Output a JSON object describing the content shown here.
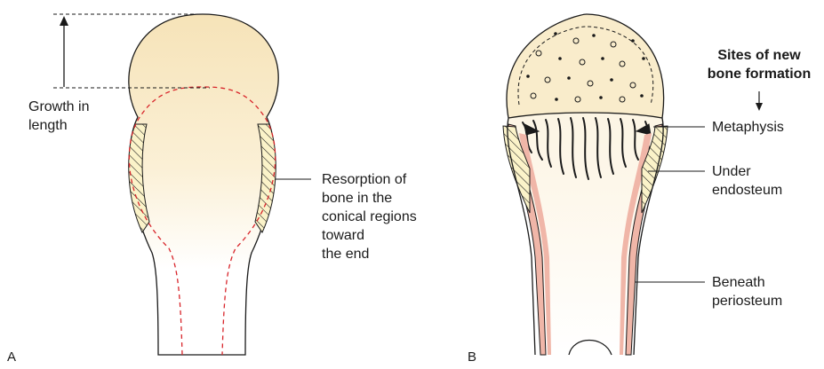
{
  "panels": {
    "a": {
      "letter": "A",
      "growth_label": [
        "Growth in",
        "length"
      ],
      "resorption_label": [
        "Resorption of",
        "bone in the",
        "conical regions",
        "toward",
        "the end"
      ]
    },
    "b": {
      "letter": "B",
      "header": [
        "Sites of new",
        "bone formation"
      ],
      "labels": {
        "metaphysis": "Metaphysis",
        "under_endosteum": [
          "Under",
          "endosteum"
        ],
        "beneath_periosteum": [
          "Beneath",
          "periosteum"
        ]
      }
    }
  },
  "colors": {
    "head_fill": "#f9eccb",
    "periosteum_band": "#f0b6a8",
    "hatch_fill": "#fbf3c9",
    "dashed_outline": "#d8242a",
    "line": "#1a1a1a"
  }
}
